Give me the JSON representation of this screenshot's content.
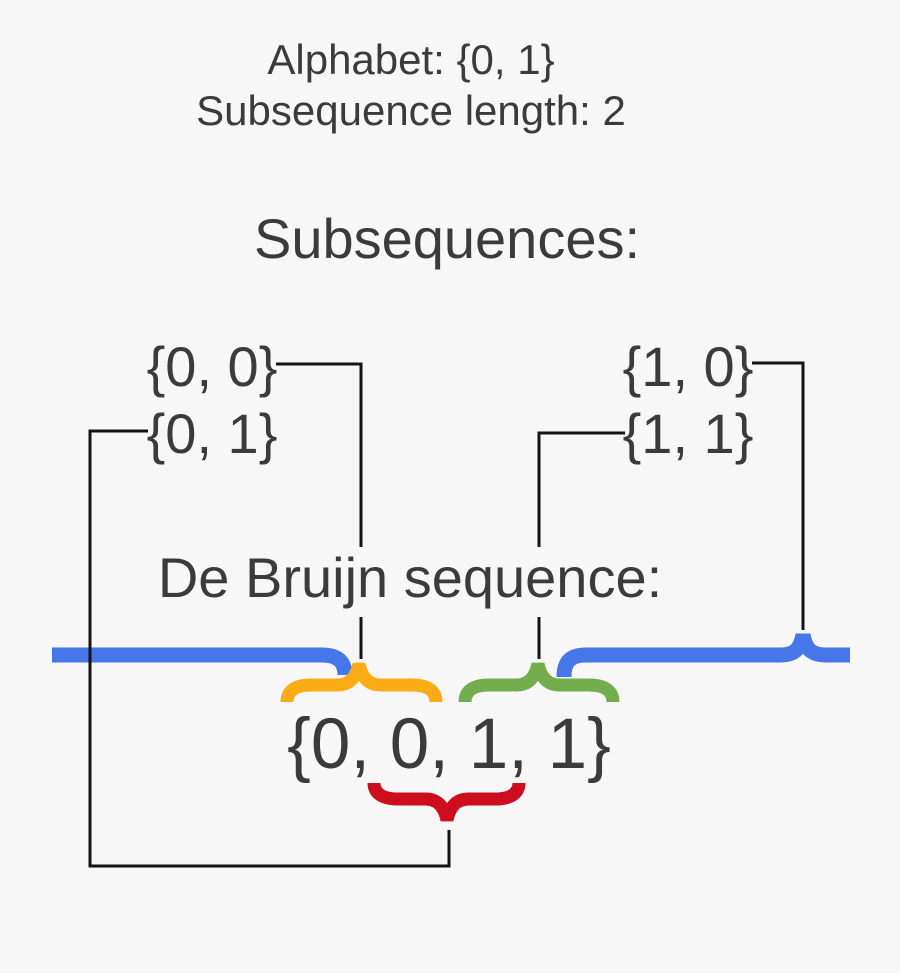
{
  "header": {
    "alphabet_line": "Alphabet: {0, 1}",
    "length_line": "Subsequence length: 2"
  },
  "subsequences": {
    "heading": "Subsequences:",
    "items": [
      {
        "label": "{0, 0}",
        "brace": "yellow"
      },
      {
        "label": "{0, 1}",
        "brace": "red"
      },
      {
        "label": "{1, 0}",
        "brace": "blue"
      },
      {
        "label": "{1, 1}",
        "brace": "green"
      }
    ]
  },
  "de_bruijn": {
    "heading": "De Bruijn sequence:",
    "sequence": "{0, 0, 1, 1}"
  },
  "colors": {
    "background": "#f7f7f7",
    "text": "#3b3b3b",
    "connector": "#141414",
    "yellow": "#fbac15",
    "green": "#74ad4d",
    "red": "#cc0e1f",
    "blue": "#4577ea"
  }
}
